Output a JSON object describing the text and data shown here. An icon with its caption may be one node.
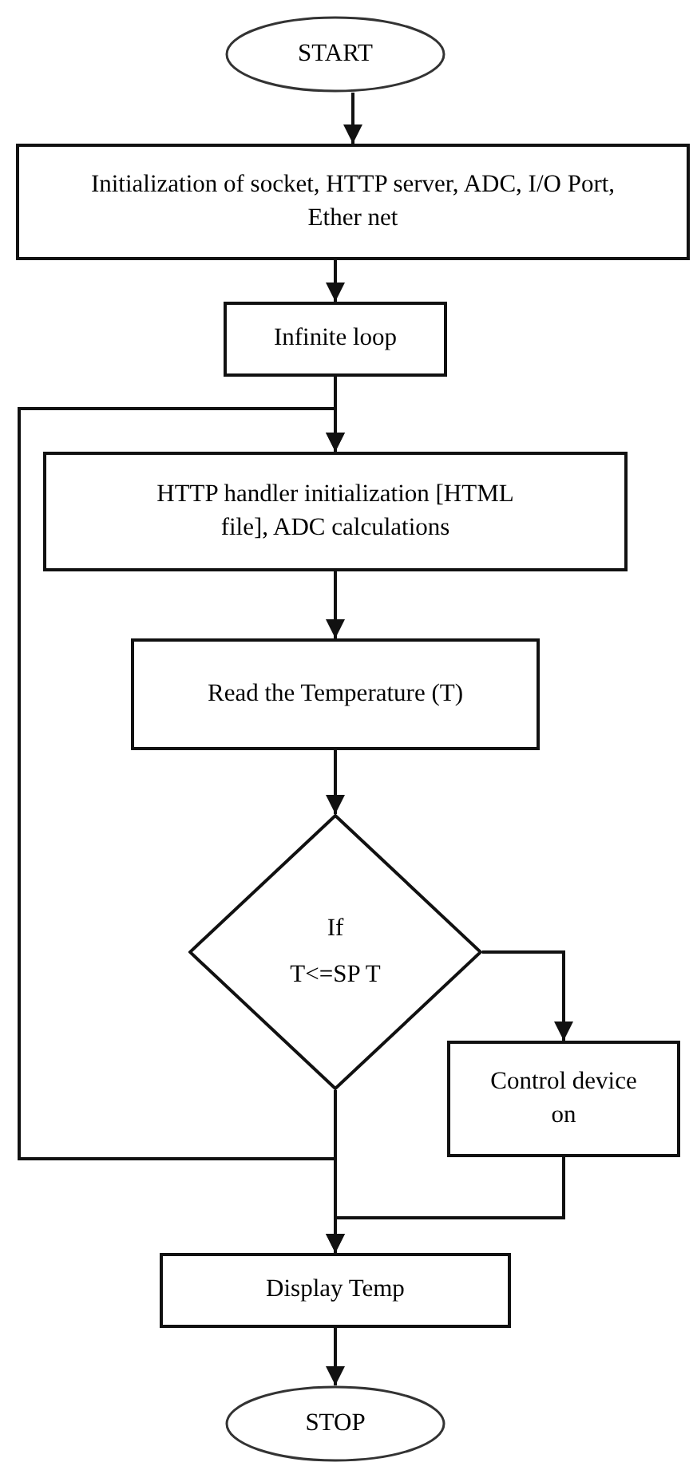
{
  "diagram": {
    "nodes": [
      {
        "text": [
          "START"
        ]
      },
      {
        "text": [
          "Initialization of socket, HTTP server, ADC, I/O Port, Ether net"
        ]
      },
      {
        "text": [
          "Infinite loop"
        ]
      },
      {
        "text": [
          "HTTP handler initialization [HTML file], ADC calculations"
        ]
      },
      {
        "text": [
          "Read the Temperature (T)"
        ]
      },
      {
        "text": [
          "If",
          "T<=SP T"
        ]
      },
      {
        "text": [
          "Control device on"
        ]
      },
      {
        "text": [
          "Display Temp"
        ]
      },
      {
        "text": [
          "STOP"
        ]
      }
    ],
    "edges": [
      {
        "from": 0,
        "to": 1,
        "arrow": "to"
      },
      {
        "from": 1,
        "to": 2,
        "arrow": "to"
      },
      {
        "from": 2,
        "to": 3,
        "arrow": "to"
      },
      {
        "from": 3,
        "to": 4,
        "arrow": "to"
      },
      {
        "from": 4,
        "to": 5,
        "arrow": "to"
      },
      {
        "from": 5,
        "to": 6,
        "arrow": "to"
      },
      {
        "from": 5,
        "to": 7,
        "arrow": "to"
      },
      {
        "from": 6,
        "to": 7,
        "arrow": "to"
      },
      {
        "from": 5,
        "to": 3,
        "arrow": "to"
      },
      {
        "from": 7,
        "to": 8,
        "arrow": "to"
      }
    ]
  }
}
